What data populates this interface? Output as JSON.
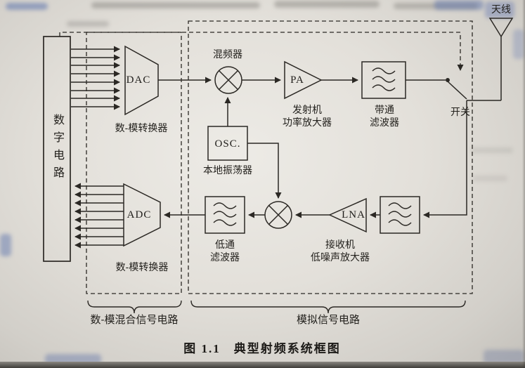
{
  "page": {
    "caption": "图 1.1　典型射频系统框图"
  },
  "colors": {
    "ink": "#2b2824",
    "paper": "#e3e0da",
    "highlight_blue": "#6f86c0"
  },
  "diagram": {
    "digital_circuit": "数字电路",
    "antenna_label": "天线",
    "switch_label": "开关",
    "tx": {
      "dac_label": "DAC",
      "dac_caption": "数-模转换器",
      "mixer_caption": "混频器",
      "pa_label": "PA",
      "pa_caption_1": "发射机",
      "pa_caption_2": "功率放大器",
      "bpf_caption_1": "带通",
      "bpf_caption_2": "滤波器"
    },
    "osc": {
      "label": "OSC.",
      "caption": "本地振荡器"
    },
    "rx": {
      "adc_label": "ADC",
      "adc_caption": "数-模转换器",
      "lna_label": "LNA",
      "lna_caption_1": "接收机",
      "lna_caption_2": "低噪声放大器",
      "lpf_caption_1": "低通",
      "lpf_caption_2": "滤波器"
    },
    "regions": {
      "mixed_signal": "数-模混合信号电路",
      "analog": "模拟信号电路"
    }
  }
}
